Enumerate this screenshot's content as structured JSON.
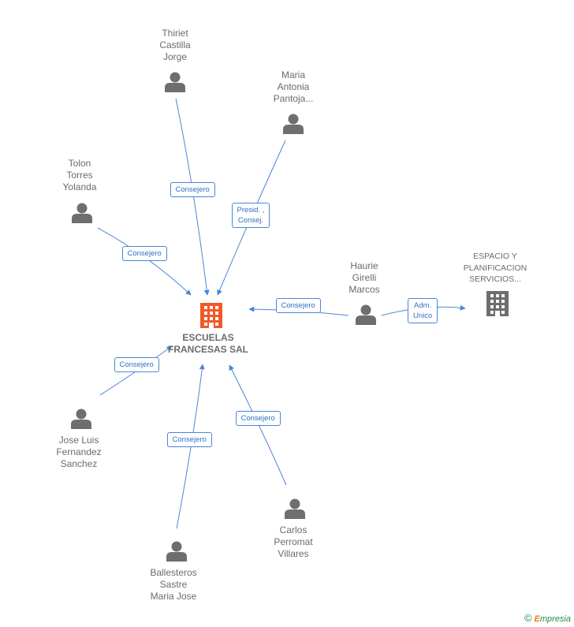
{
  "center": {
    "label": "ESCUELAS\nFRANCESAS SAL",
    "color": "#f05a28"
  },
  "people": [
    {
      "name": "Thiriet\nCastilla\nJorge",
      "role": "Consejero"
    },
    {
      "name": "Maria\nAntonia\nPantoja...",
      "role": "Presid. ,\nConsej."
    },
    {
      "name": "Tolon\nTorres\nYolanda",
      "role": "Consejero"
    },
    {
      "name": "Haurie\nGirelli\nMarcos",
      "role": "Consejero"
    },
    {
      "name": "Jose Luis\nFernandez\nSanchez",
      "role": "Consejero"
    },
    {
      "name": "Ballesteros\nSastre\nMaria Jose",
      "role": "Consejero"
    },
    {
      "name": "Carlos\nPerromat\nVillares",
      "role": "Consejero"
    }
  ],
  "company": {
    "label": "ESPACIO Y\nPLANIFICACION\nSERVICIOS...",
    "role": "Adm.\nUnico"
  },
  "colors": {
    "edge": "#4a86d4",
    "icon": "#6e6e6e"
  },
  "brand": {
    "copyright": "©",
    "first_letter": "E",
    "rest": "mpresia"
  }
}
